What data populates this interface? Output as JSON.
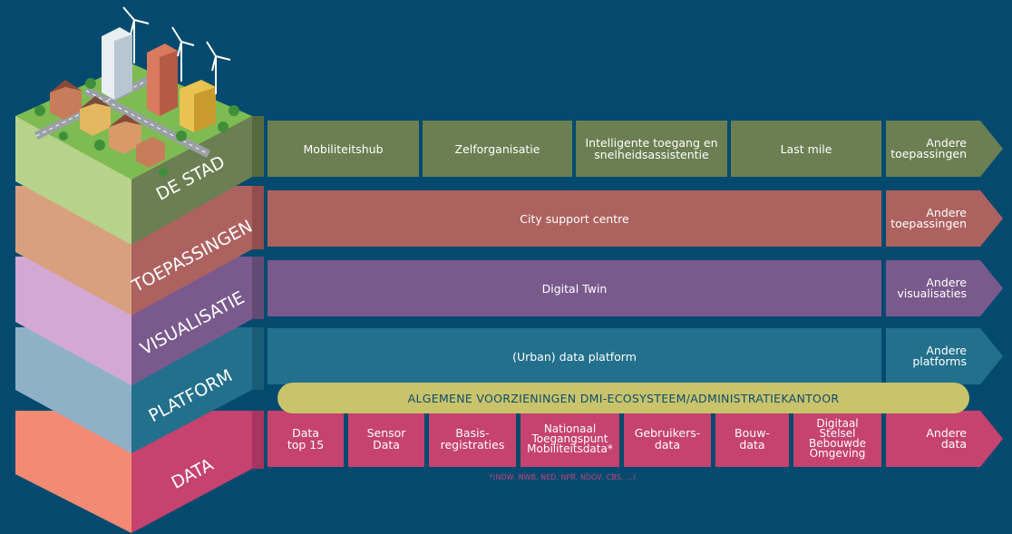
{
  "layers": [
    {
      "id": "stad",
      "label": "DE STAD"
    },
    {
      "id": "toepassingen",
      "label": "TOEPASSINGEN"
    },
    {
      "id": "visualisatie",
      "label": "VISUALISATIE"
    },
    {
      "id": "platform",
      "label": "PLATFORM"
    },
    {
      "id": "data",
      "label": "DATA"
    }
  ],
  "rows": {
    "stad": {
      "cells": [
        "Mobiliteitshub",
        "Zelforganisatie",
        "Intelligente toegang en\nsnelheidsassistentie",
        "Last mile"
      ],
      "other": "Andere\ntoepassingen"
    },
    "toepassingen": {
      "cells": [
        "City support centre"
      ],
      "other": "Andere\ntoepassingen"
    },
    "visualisatie": {
      "cells": [
        "Digital Twin"
      ],
      "other": "Andere\nvisualisaties"
    },
    "platform": {
      "cells": [
        "(Urban) data platform"
      ],
      "other": "Andere\nplatforms"
    },
    "data": {
      "cells": [
        "Data\ntop 15",
        "Sensor\nData",
        "Basis-\nregistraties",
        "Nationaal\nToegangspunt\nMobiliteitsdata*",
        "Gebruikers-\ndata",
        "Bouw-\ndata",
        "Digitaal\nStelsel\nBebouwde\nOmgeving"
      ],
      "other": "Andere\ndata"
    }
  },
  "banner": "ALGEMENE VOORZIENINGEN DMI-ECOSYSTEEM/ADMINISTRATIEKANTOOR",
  "footnote": "*(NDW, NWB, NED, NPR, NDOV, CBS, ...)",
  "colors": {
    "background": "#034a6e",
    "stad": "#6b7f52",
    "toepassingen": "#ad6260",
    "visualisatie": "#7a5a8d",
    "platform": "#23708c",
    "data": "#c6426f",
    "banner": "#c9c36b"
  }
}
